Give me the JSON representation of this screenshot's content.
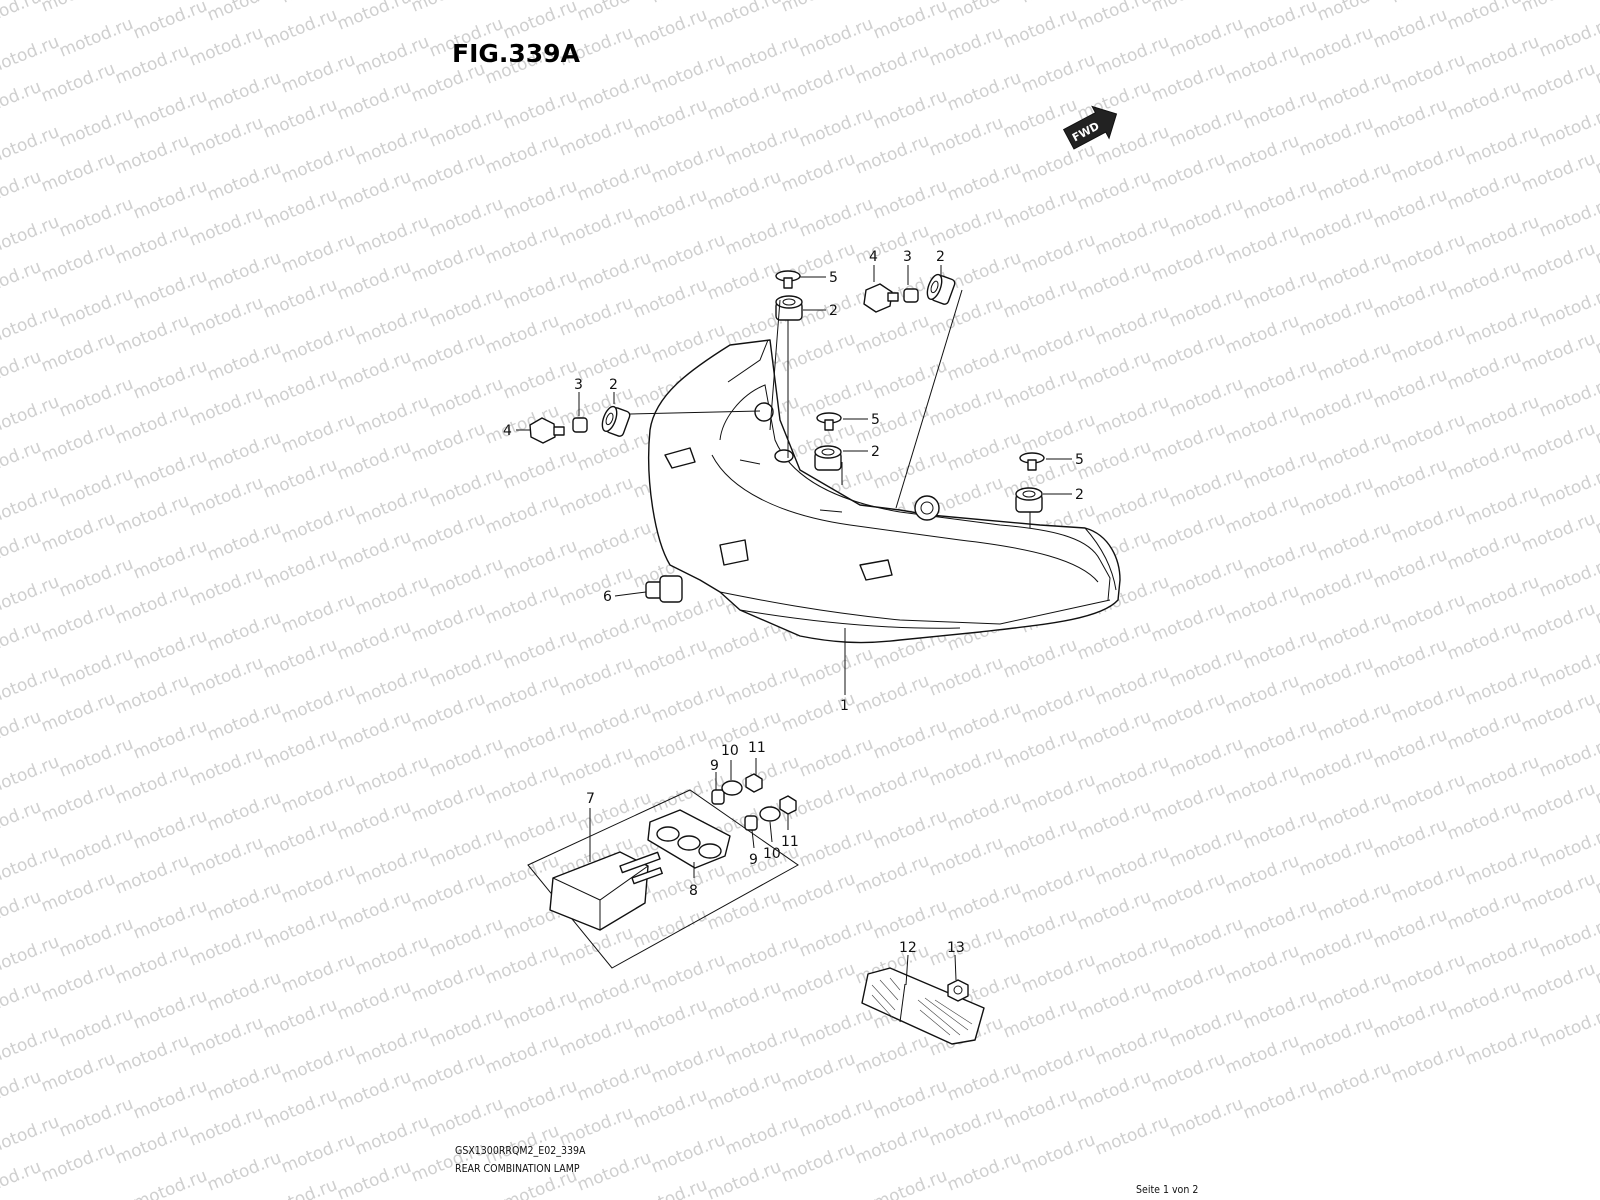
{
  "figure": {
    "title": "FIG.339A",
    "fwd_label": "FWD",
    "watermark": "motod.ru"
  },
  "callouts": [
    "1",
    "2",
    "3",
    "4",
    "5",
    "6",
    "7",
    "8",
    "9",
    "10",
    "11",
    "12",
    "13"
  ],
  "footer": {
    "code": "GSX1300RRQM2_E02_339A",
    "caption": "REAR COMBINATION LAMP",
    "page": "Seite 1 von 2"
  },
  "colors": {
    "line": "#111111",
    "watermark": "#cfcfcf",
    "background": "#ffffff"
  }
}
